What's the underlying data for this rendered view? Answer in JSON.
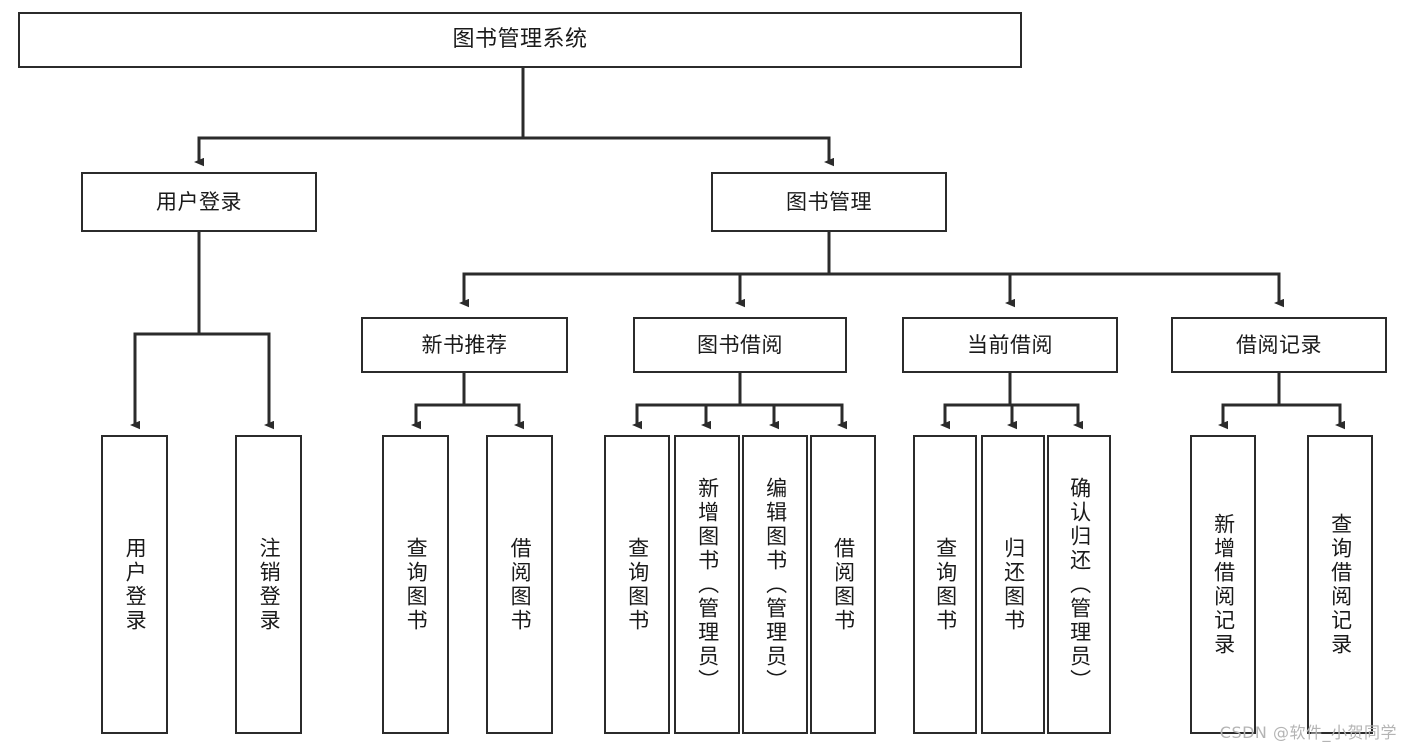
{
  "diagram": {
    "type": "tree",
    "title": "图书管理系统",
    "orientation": "top-down",
    "colors": {
      "box_border": "#2b2b2b",
      "box_fill": "#ffffff",
      "edge": "#2b2b2b",
      "text": "#1a1a1a",
      "watermark": "#b4b4b4",
      "background": "#ffffff"
    }
  },
  "root": {
    "label": "图书管理系统"
  },
  "level1": [
    {
      "label": "用户登录"
    },
    {
      "label": "图书管理"
    }
  ],
  "level2": [
    {
      "label": "新书推荐"
    },
    {
      "label": "图书借阅"
    },
    {
      "label": "当前借阅"
    },
    {
      "label": "借阅记录"
    }
  ],
  "leaves": {
    "user_login": [
      {
        "label": "用户登录"
      },
      {
        "label": "注销登录"
      }
    ],
    "new_book": [
      {
        "label": "查询图书"
      },
      {
        "label": "借阅图书"
      }
    ],
    "book_borrow": [
      {
        "label": "查询图书"
      },
      {
        "label": "新增图书（管理员）"
      },
      {
        "label": "编辑图书（管理员）"
      },
      {
        "label": "借阅图书"
      }
    ],
    "current_borrow": [
      {
        "label": "查询图书"
      },
      {
        "label": "归还图书"
      },
      {
        "label": "确认归还（管理员）"
      }
    ],
    "borrow_record": [
      {
        "label": "新增借阅记录"
      },
      {
        "label": "查询借阅记录"
      }
    ]
  },
  "watermark": {
    "text": "CSDN @软件_小贺同学"
  }
}
